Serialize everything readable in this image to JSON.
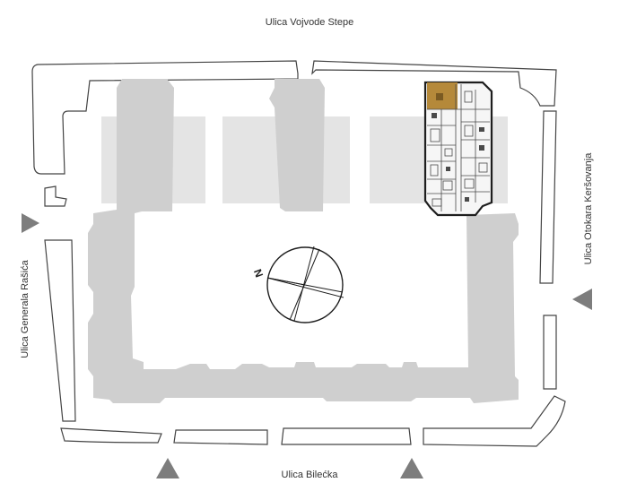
{
  "streets": {
    "north": "Ulica Vojvode Stepe",
    "south": "Ulica Bilećka",
    "west": "Ulica Generala Rašića",
    "east": "Ulica Otokara Keršovanja"
  },
  "compass": {
    "label": "N"
  },
  "colors": {
    "building": "#cfcfcf",
    "courtyard_block": "#e4e4e4",
    "highlighted_unit": "#b5893a",
    "entrance_arrow": "#7d7d7d"
  },
  "icons": {
    "entrance": "triangle-arrow-icon",
    "north": "compass-icon"
  }
}
